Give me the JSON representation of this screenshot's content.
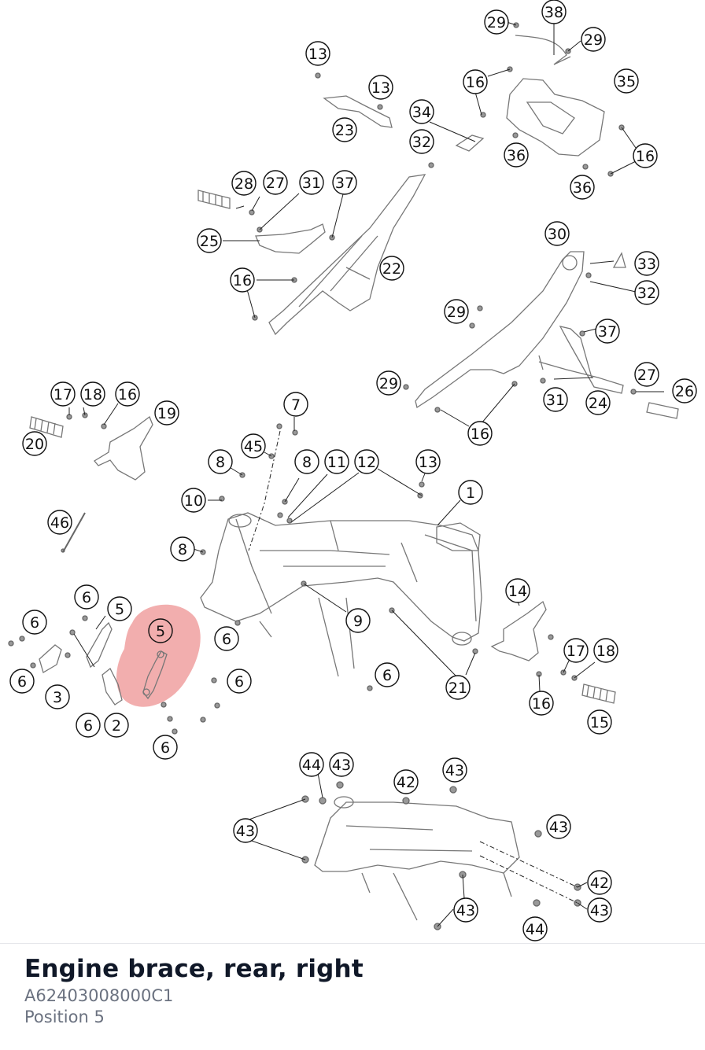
{
  "part": {
    "title": "Engine brace, rear, right",
    "number": "A62403008000C1",
    "position_label": "Position 5"
  },
  "highlight_color": "#f0a0a0",
  "callouts": [
    {
      "label": "29"
    },
    {
      "label": "38"
    },
    {
      "label": "29"
    },
    {
      "label": "13"
    },
    {
      "label": "16"
    },
    {
      "label": "35"
    },
    {
      "label": "13"
    },
    {
      "label": "34"
    },
    {
      "label": "23"
    },
    {
      "label": "32"
    },
    {
      "label": "36"
    },
    {
      "label": "16"
    },
    {
      "label": "36"
    },
    {
      "label": "28"
    },
    {
      "label": "27"
    },
    {
      "label": "31"
    },
    {
      "label": "37"
    },
    {
      "label": "25"
    },
    {
      "label": "22"
    },
    {
      "label": "30"
    },
    {
      "label": "33"
    },
    {
      "label": "16"
    },
    {
      "label": "32"
    },
    {
      "label": "29"
    },
    {
      "label": "37"
    },
    {
      "label": "29"
    },
    {
      "label": "27"
    },
    {
      "label": "26"
    },
    {
      "label": "31"
    },
    {
      "label": "24"
    },
    {
      "label": "16"
    },
    {
      "label": "17"
    },
    {
      "label": "18"
    },
    {
      "label": "16"
    },
    {
      "label": "19"
    },
    {
      "label": "20"
    },
    {
      "label": "7"
    },
    {
      "label": "45"
    },
    {
      "label": "8"
    },
    {
      "label": "8"
    },
    {
      "label": "11"
    },
    {
      "label": "12"
    },
    {
      "label": "13"
    },
    {
      "label": "1"
    },
    {
      "label": "10"
    },
    {
      "label": "46"
    },
    {
      "label": "8"
    },
    {
      "label": "6"
    },
    {
      "label": "5"
    },
    {
      "label": "6"
    },
    {
      "label": "5"
    },
    {
      "label": "14"
    },
    {
      "label": "9"
    },
    {
      "label": "6"
    },
    {
      "label": "17"
    },
    {
      "label": "18"
    },
    {
      "label": "6"
    },
    {
      "label": "6"
    },
    {
      "label": "3"
    },
    {
      "label": "6"
    },
    {
      "label": "21"
    },
    {
      "label": "16"
    },
    {
      "label": "6"
    },
    {
      "label": "2"
    },
    {
      "label": "15"
    },
    {
      "label": "6"
    },
    {
      "label": "44"
    },
    {
      "label": "43"
    },
    {
      "label": "43"
    },
    {
      "label": "42"
    },
    {
      "label": "43"
    },
    {
      "label": "43"
    },
    {
      "label": "42"
    },
    {
      "label": "43"
    },
    {
      "label": "43"
    },
    {
      "label": "44"
    }
  ]
}
